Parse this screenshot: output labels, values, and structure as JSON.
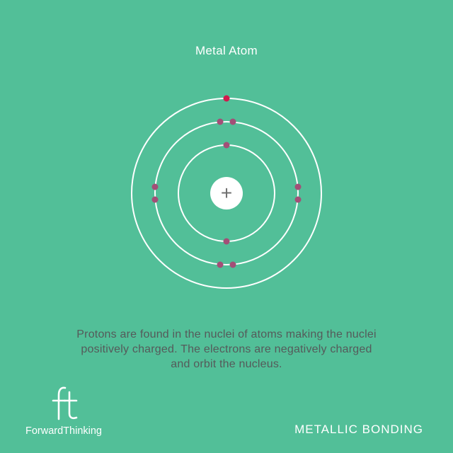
{
  "title": "Metal Atom",
  "caption": {
    "line1": "Protons are found in the nuclei of atoms making the nuclei",
    "line2": "positively charged. The electrons are negatively charged",
    "line3": "and orbit the nucleus."
  },
  "brand": {
    "logo_text": "ft",
    "name": "ForwardThinking"
  },
  "footer_title": "METALLIC BONDING",
  "nucleus_symbol": "+",
  "colors": {
    "background": "#52bf98",
    "orbit": "#ffffff",
    "electron": "#a24f77",
    "outer_electron": "#d0194c",
    "nucleus_fill": "#ffffff",
    "nucleus_symbol": "#6f6f6f",
    "caption_text": "#555a5a"
  },
  "shells": [
    {
      "shell": 1,
      "electron_count": 2
    },
    {
      "shell": 2,
      "electron_count": 8
    },
    {
      "shell": 3,
      "electron_count": 1
    }
  ]
}
